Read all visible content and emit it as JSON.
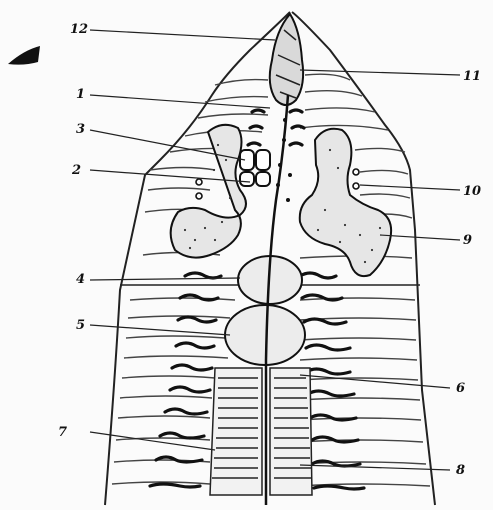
{
  "figure": {
    "labels": [
      {
        "id": "12",
        "text": "12"
      },
      {
        "id": "11",
        "text": "11"
      },
      {
        "id": "1",
        "text": "1"
      },
      {
        "id": "3",
        "text": "3"
      },
      {
        "id": "2",
        "text": "2"
      },
      {
        "id": "10",
        "text": "10"
      },
      {
        "id": "9",
        "text": "9"
      },
      {
        "id": "4",
        "text": "4"
      },
      {
        "id": "5",
        "text": "5"
      },
      {
        "id": "6",
        "text": "6"
      },
      {
        "id": "7",
        "text": "7"
      },
      {
        "id": "8",
        "text": "8"
      }
    ]
  }
}
